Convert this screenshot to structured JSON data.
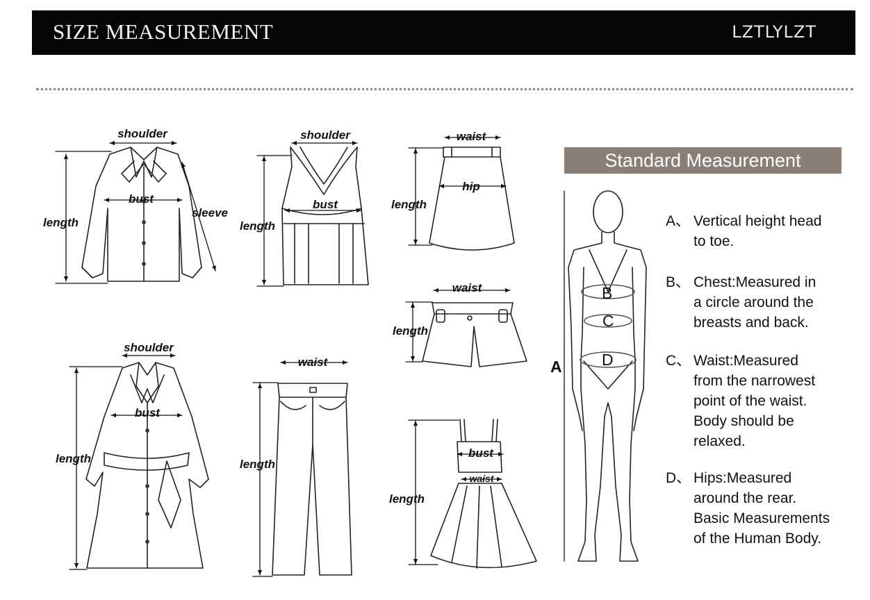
{
  "header": {
    "title": "SIZE MEASUREMENT",
    "brand": "LZTLYLZT"
  },
  "garments": {
    "shirt": {
      "shoulder": "shoulder",
      "bust": "bust",
      "length": "length",
      "sleeve": "sleeve"
    },
    "vest": {
      "shoulder": "shoulder",
      "bust": "bust",
      "length": "length"
    },
    "skirt": {
      "waist": "waist",
      "hip": "hip",
      "length": "length"
    },
    "shorts": {
      "waist": "waist",
      "length": "length"
    },
    "coat": {
      "shoulder": "shoulder",
      "bust": "bust",
      "length": "length"
    },
    "pants": {
      "waist": "waist",
      "length": "length"
    },
    "dress": {
      "bust": "bust",
      "waist": "waist",
      "length": "length"
    }
  },
  "standard": {
    "banner": "Standard Measurement",
    "body_labels": {
      "a": "A",
      "b": "B",
      "c": "C",
      "d": "D"
    },
    "items": [
      {
        "key": "A、",
        "lines": [
          "Vertical height head",
          "to toe."
        ]
      },
      {
        "key": "B、",
        "lines": [
          "Chest:Measured in",
          "a circle around the",
          "breasts and back."
        ]
      },
      {
        "key": "C、",
        "lines": [
          "Waist:Measured",
          "from the narrowest",
          "point of the waist.",
          "Body should be",
          "relaxed."
        ]
      },
      {
        "key": "D、",
        "lines": [
          "Hips:Measured",
          "around the rear.",
          "Basic Measurements",
          "of the Human Body."
        ]
      }
    ]
  }
}
